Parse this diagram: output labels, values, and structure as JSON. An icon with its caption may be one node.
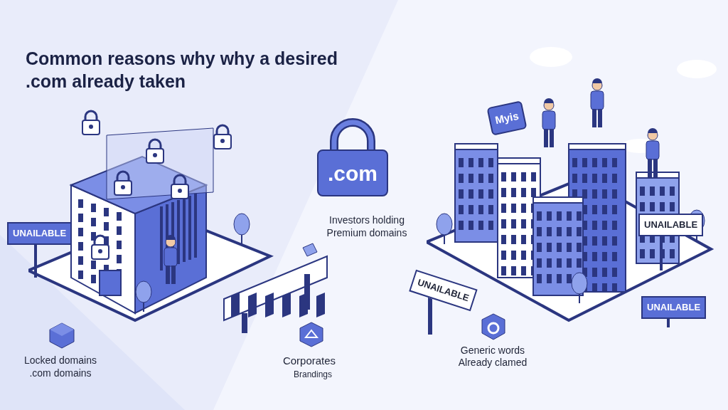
{
  "diagram": {
    "title": "Common reasons why why a desired .com already taken",
    "nodes": [
      {
        "text": [
          "Myis"
        ]
      },
      {
        "text": [
          ".com"
        ]
      },
      {
        "text": [
          "UNAILABLE"
        ]
      },
      {
        "text": [
          "UNAILABLE"
        ]
      },
      {
        "text": [
          "UNAILABLE"
        ]
      },
      {
        "text": [
          "UNAILABLE"
        ]
      }
    ],
    "edges": [],
    "labels": [
      "Investors holding Premium domains",
      "Locked domains .com domains",
      "Corporates",
      "Brandings",
      "Generic words Already clamed"
    ]
  }
}
